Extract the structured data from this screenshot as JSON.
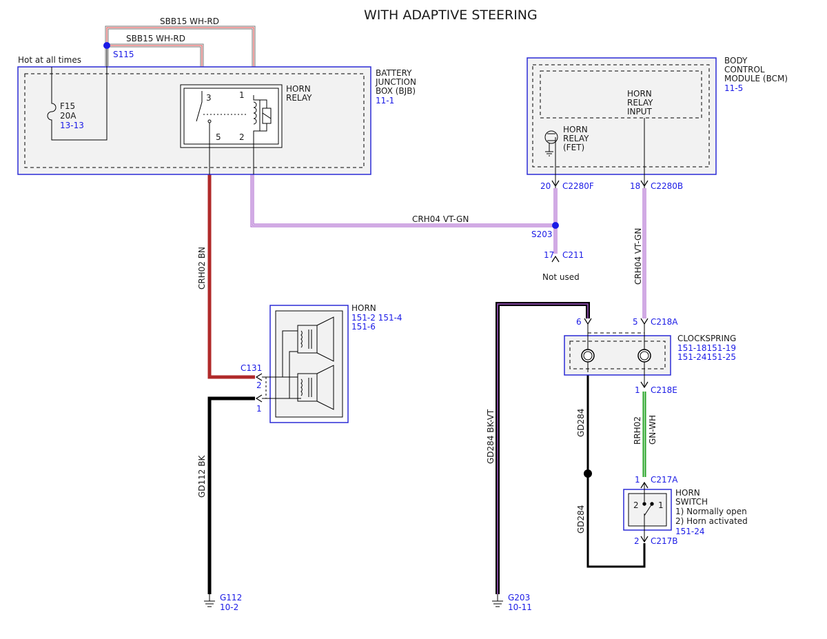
{
  "title": "WITH ADAPTIVE STEERING",
  "colors": {
    "outline": "#2b2bd6",
    "ref_text": "#1a1ae6",
    "wire_bn": "#b02a2a",
    "wire_bk": "#000000",
    "wire_vt": "#a355c8",
    "wire_gn": "#23a323",
    "wire_rd": "#e04040"
  },
  "labels": {
    "sbb15_top": "SBB15   WH-RD",
    "sbb15_bottom": "SBB15   WH-RD",
    "s115": "S115",
    "hot": "Hot at all times",
    "f15": "F15",
    "f15_amp": "20A",
    "f15_ref": "13-13",
    "pin3": "3",
    "pin1": "1",
    "pin5": "5",
    "pin2": "2",
    "horn_relay_1": "HORN",
    "horn_relay_2": "RELAY",
    "bjb_1": "BATTERY",
    "bjb_2": "JUNCTION",
    "bjb_3": "BOX (BJB)",
    "bjb_ref": "11-1",
    "bcm_1": "BODY",
    "bcm_2": "CONTROL",
    "bcm_3": "MODULE (BCM)",
    "bcm_ref": "11-5",
    "hri_1": "HORN",
    "hri_2": "RELAY",
    "hri_3": "INPUT",
    "fet_1": "HORN",
    "fet_2": "RELAY",
    "fet_3": "(FET)",
    "pin20": "20",
    "c2280f": "C2280F",
    "pin18": "18",
    "c2280b": "C2280B",
    "crh04_h": "CRH04  VT-GN",
    "s203": "S203",
    "pin17": "17",
    "c211": "C211",
    "not_used": "Not used",
    "crh02": "CRH02   BN",
    "crh04_v": "CRH04  VT-GN",
    "horn_1": "HORN",
    "horn_ref1": "151-2  151-4",
    "horn_ref2": "151-6",
    "c131": "C131",
    "c131_pin2": "2",
    "c131_pin1": "1",
    "gd112": "GD112   BK",
    "g112": "G112",
    "g112_ref": "10-2",
    "gd284_bkvt": "GD284   BK-VT",
    "g203": "G203",
    "g203_ref": "10-11",
    "pin6": "6",
    "pin5b": "5",
    "c218a": "C218A",
    "clock_1": "CLOCKSPRING",
    "clock_ref1": "151-18151-19",
    "clock_ref2": "151-24151-25",
    "pin1b": "1",
    "c218e": "C218E",
    "rrh02": "RRH02",
    "gnwh": "GN-WH",
    "gd284_a": "GD284",
    "gd284_b": "GD284",
    "pin1c": "1",
    "c217a": "C217A",
    "hs_1": "HORN",
    "hs_2": "SWITCH",
    "hs_3": "1) Normally open",
    "hs_4": "2) Horn activated",
    "hs_ref": "151-24",
    "hs_pin2": "2",
    "hs_pin1": "1",
    "pin2b": "2",
    "c217b": "C217B"
  }
}
